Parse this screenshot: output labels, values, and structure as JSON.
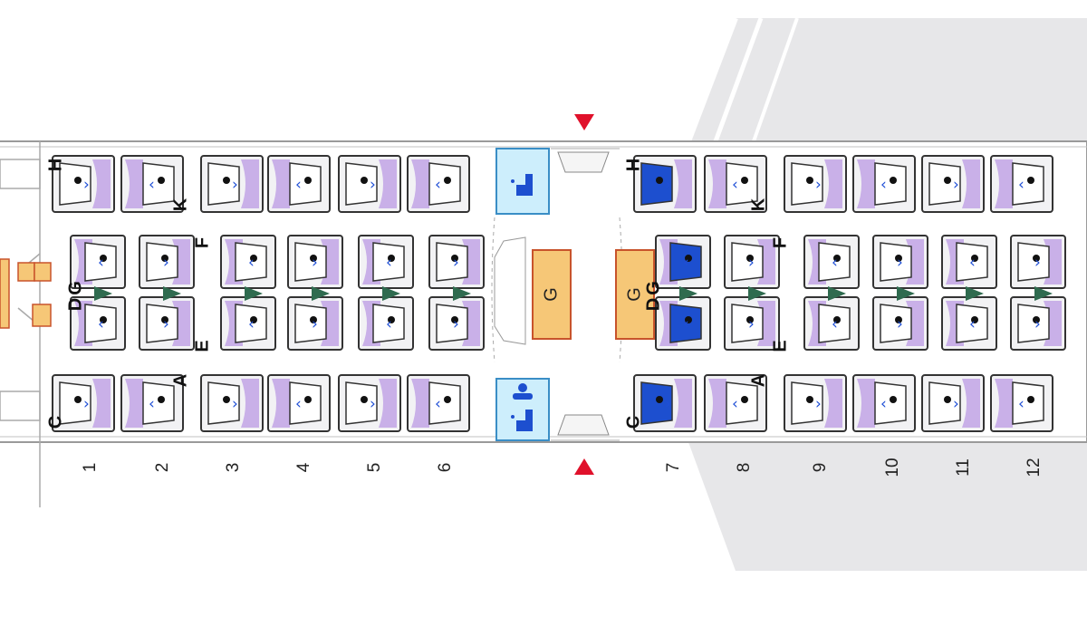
{
  "seatmap": {
    "rows": [
      "1",
      "2",
      "3",
      "4",
      "5",
      "6",
      "7",
      "8",
      "9",
      "10",
      "11",
      "12"
    ],
    "row_letters": [
      "H",
      "K",
      "F",
      "G",
      "D",
      "E",
      "A",
      "C"
    ],
    "galley_label": "G",
    "exit_row_letters": [
      "H",
      "K",
      "F",
      "G",
      "D",
      "E",
      "A",
      "C"
    ]
  },
  "colors": {
    "seat_fill": "#f2f2f4",
    "seat_stroke": "#333333",
    "privacy_panel": "#c9b0e8",
    "selected_seat": "#1d4fcf",
    "galley": "#f6c777",
    "galley_border": "#c8532b",
    "lavatory": "#cdeefc",
    "lavatory_border": "#3a8ec6",
    "exit_marker": "#e0112b",
    "center_arrow": "#2f6b4f",
    "wing": "#e7e7e9"
  },
  "icons": [
    "lavatory-icon",
    "baby-changing-icon",
    "exit-marker-icon",
    "galley-icon"
  ]
}
